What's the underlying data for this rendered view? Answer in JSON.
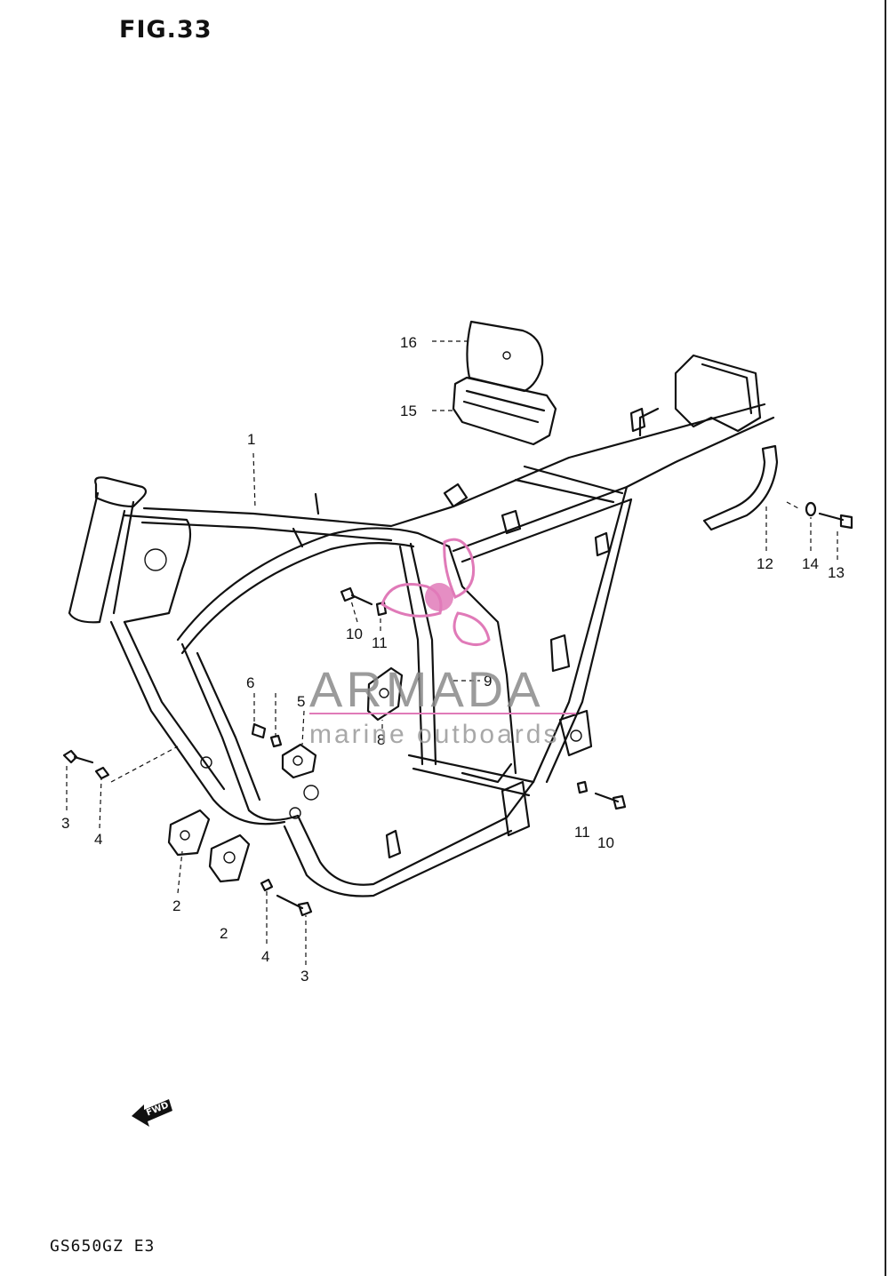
{
  "figure": {
    "title": "FIG.33",
    "model_code": "GS650GZ E3"
  },
  "callouts": [
    {
      "id": "c1",
      "label": "1"
    },
    {
      "id": "c2a",
      "label": "2"
    },
    {
      "id": "c2b",
      "label": "2"
    },
    {
      "id": "c3a",
      "label": "3"
    },
    {
      "id": "c3b",
      "label": "3"
    },
    {
      "id": "c4a",
      "label": "4"
    },
    {
      "id": "c4b",
      "label": "4"
    },
    {
      "id": "c5",
      "label": "5"
    },
    {
      "id": "c6",
      "label": "6"
    },
    {
      "id": "c8",
      "label": "8"
    },
    {
      "id": "c9",
      "label": "9"
    },
    {
      "id": "c10a",
      "label": "10"
    },
    {
      "id": "c10b",
      "label": "10"
    },
    {
      "id": "c11a",
      "label": "11"
    },
    {
      "id": "c11b",
      "label": "11"
    },
    {
      "id": "c12",
      "label": "12"
    },
    {
      "id": "c13",
      "label": "13"
    },
    {
      "id": "c14",
      "label": "14"
    },
    {
      "id": "c15",
      "label": "15"
    },
    {
      "id": "c16",
      "label": "16"
    }
  ],
  "fwd_marker": {
    "label": "FWD",
    "icon": "fwd-arrow-icon"
  },
  "watermark": {
    "brand": "ARMADA",
    "tagline": "marine outboards",
    "accent_color": "#e07ab8",
    "text_color": "#8a8a8a"
  },
  "colors": {
    "line": "#111111",
    "background": "#ffffff"
  }
}
